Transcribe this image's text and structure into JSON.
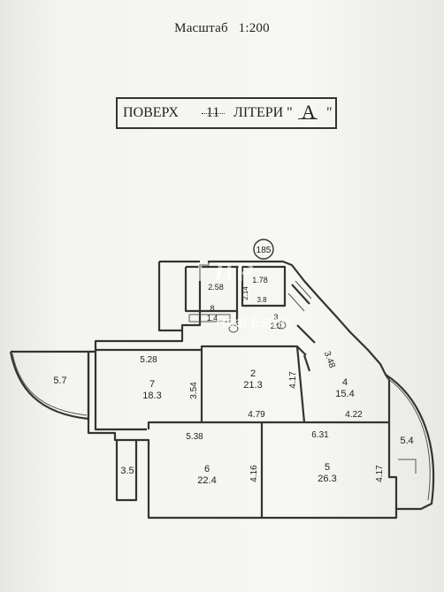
{
  "header": {
    "scale_label": "Масштаб",
    "scale_value": "1:200"
  },
  "floor_label": {
    "floor_word": "ПОВЕРХ",
    "floor_number": "11",
    "litera_word": "ЛІТЕРИ \"",
    "litera_value": "А",
    "litera_close": "\""
  },
  "plan": {
    "marker": "185",
    "rooms": [
      {
        "number": "7",
        "area": "18.3"
      },
      {
        "number": "2",
        "area": "21.3"
      },
      {
        "number": "4",
        "area": "15.4"
      },
      {
        "number": "6",
        "area": "22.4"
      },
      {
        "number": "5",
        "area": "26.3"
      },
      {
        "number": "8",
        "area": "1.4"
      },
      {
        "number": "3",
        "area": "2.9"
      }
    ],
    "dimensions": {
      "d_5_28": "5.28",
      "d_3_54": "3.54",
      "d_4_17a": "4.17",
      "d_4_79": "4.79",
      "d_3_48": "3.48",
      "d_4_22": "4.22",
      "d_5_38": "5.38",
      "d_6_31": "6.31",
      "d_4_16": "4.16",
      "d_4_17b": "4.17",
      "d_2_58": "2.58",
      "d_1_78": "1.78",
      "d_2_14": "2.14",
      "d_3_8": "3.8"
    },
    "balconies": {
      "left": "5.7",
      "right": "5.4",
      "bottom_left": "3.5"
    }
  },
  "watermark": {
    "logo_text": "ГЛР",
    "brand": "Real Estate"
  }
}
